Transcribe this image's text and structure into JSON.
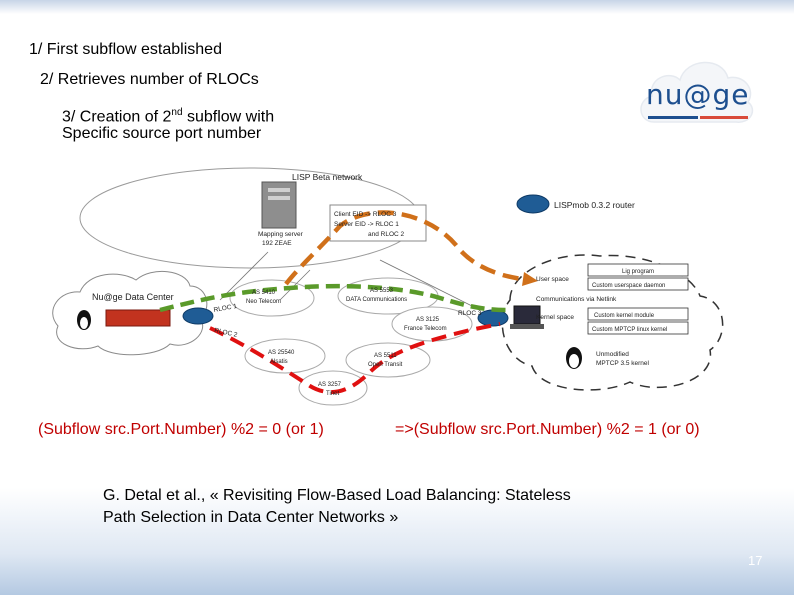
{
  "slide": {
    "steps": [
      "1/ First subflow established",
      "2/ Retrieves number of RLOCs",
      "3/ Creation of 2",
      "nd",
      " subflow with",
      "Specific source port number"
    ],
    "logo_text": "nu@ge",
    "diagram": {
      "lisp_network": "LISP Beta network",
      "mapping_server": [
        "Mapping server",
        "192 ZEAE"
      ],
      "mapping_table": [
        "Client EID -> RLOC 3",
        "Server EID -> RLOC 1",
        "and RLOC 2"
      ],
      "router": "LISPmob 0.3.2 router",
      "datacenter": "Nu@ge Data Center",
      "rloc": [
        "RLOC 1",
        "RLOC 2",
        "RLOC 3"
      ],
      "as_nodes": [
        "AS 5410",
        "Neo Telecom",
        "AS 5553",
        "DATA Communications",
        "AS 3125",
        "France Telecom",
        "AS 25540",
        "Alsatis",
        "AS 5511",
        "Open Transit",
        "AS 3257",
        "Tinet"
      ],
      "host_layers": {
        "user_space": "User space",
        "communications": "Communications via Netlink",
        "kernel_space": "Kernel space",
        "lig": "Lig program",
        "custom_userspace": "Custom userspace daemon",
        "custom_kernel": "Custom kernel module",
        "custom_mptcp": "Custom MPTCP linux kernel",
        "unmodified": [
          "Unmodified",
          "MPTCP 3.5 kernel"
        ]
      }
    },
    "formula_left": "(Subflow src.Port.Number) %2 = 0 (or 1)",
    "formula_right": "=>(Subflow src.Port.Number) %2 = 1 (or 0)",
    "reference_lines": [
      "G. Detal et al., « Revisiting Flow-Based Load Balancing: Stateless",
      "Path Selection in Data Center Networks »"
    ],
    "page_number": "17"
  },
  "colors": {
    "green_path": "#5a9a2a",
    "red_path": "#e01010",
    "orange_path": "#d0701a",
    "formula": "#c00000",
    "logo_blue": "#1d4f8f",
    "logo_red": "#d94a3a"
  }
}
